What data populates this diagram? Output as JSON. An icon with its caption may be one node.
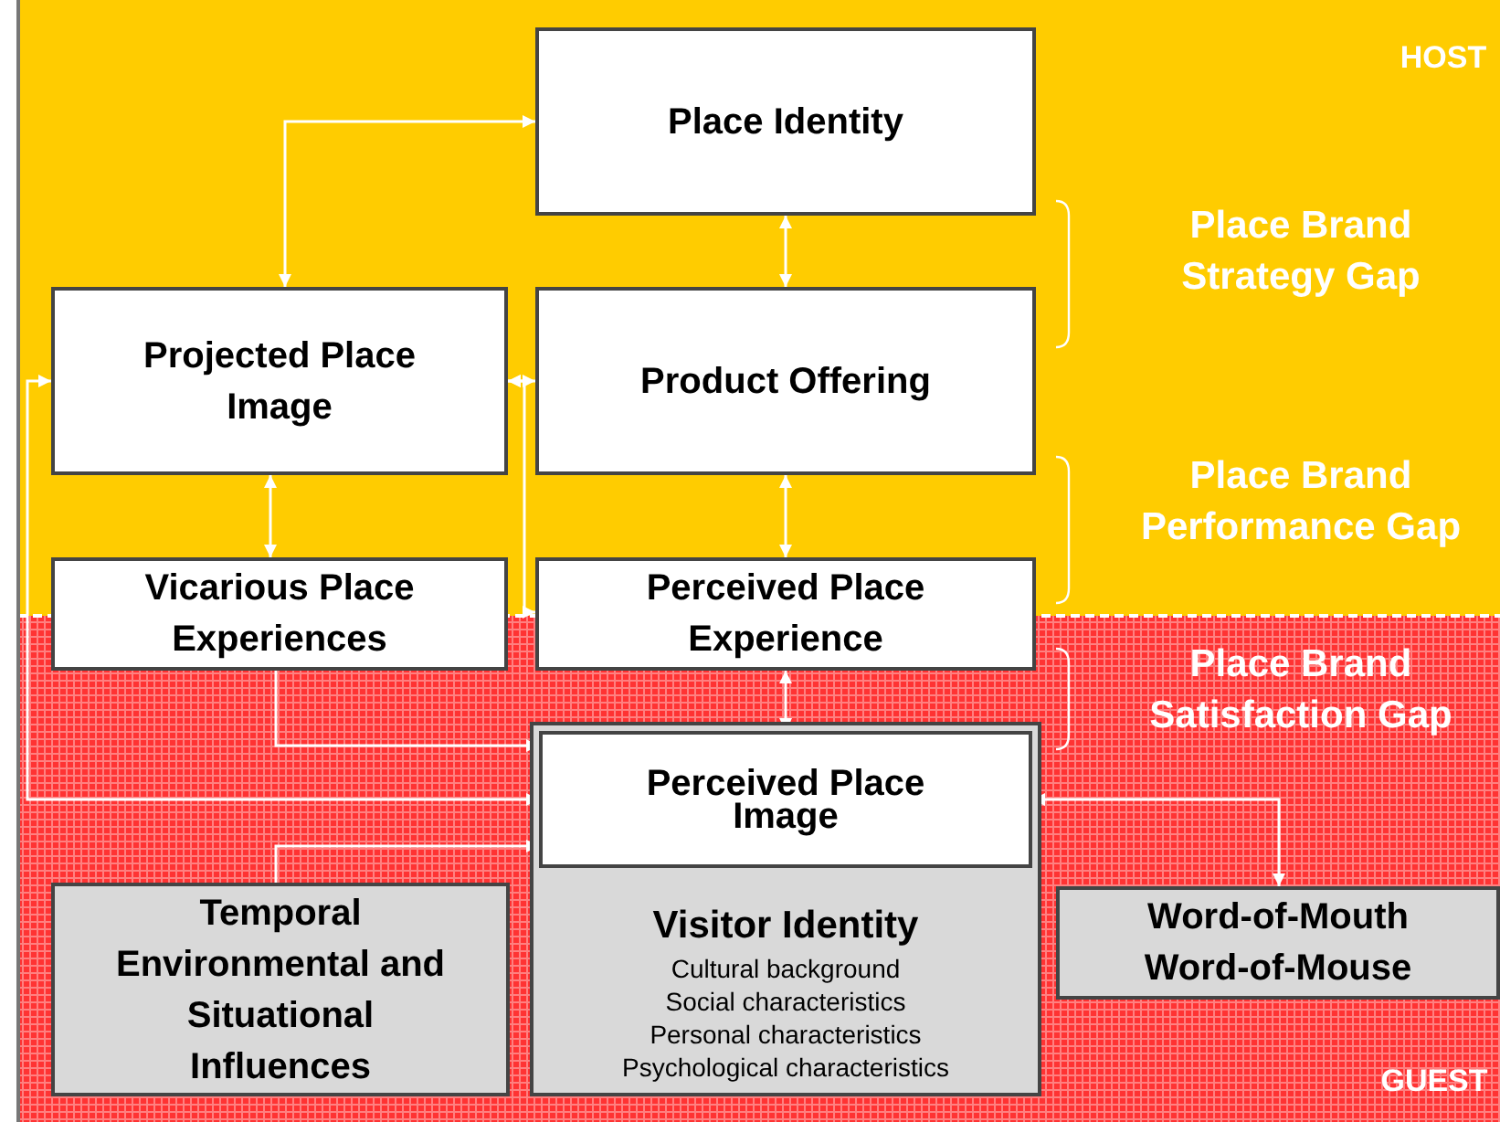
{
  "diagram": {
    "nodes": [
      {
        "text": [
          "Place Identity"
        ]
      },
      {
        "text": [
          "Projected Place Image"
        ]
      },
      {
        "text": [
          "Product Offering"
        ]
      },
      {
        "text": [
          "Vicarious Place Experiences"
        ]
      },
      {
        "text": [
          "Perceived Place Experience"
        ]
      },
      {
        "text": [
          "Visitor Identity",
          "Cultural background",
          "Social characteristics",
          "Personal characteristics",
          "Psychological characteristics"
        ]
      },
      {
        "text": [
          "Perceived Place Image"
        ],
        "in": 5
      },
      {
        "text": [
          "Temporal Environmental and Situational Influences"
        ]
      },
      {
        "text": [
          "Word-of-Mouth",
          "Word-of-Mouse"
        ]
      }
    ],
    "edges": [
      {
        "from": 0,
        "to": 1,
        "arrow": "both"
      },
      {
        "from": 0,
        "to": 2,
        "arrow": "both"
      },
      {
        "from": 2,
        "to": 4,
        "arrow": "both"
      },
      {
        "from": 1,
        "to": 3,
        "arrow": "both"
      },
      {
        "from": 1,
        "to": 2,
        "arrow": "both"
      },
      {
        "from": 4,
        "to": 1,
        "arrow": "both"
      },
      {
        "from": 4,
        "to": 6,
        "arrow": "both"
      },
      {
        "from": 1,
        "to": 6,
        "arrow": "both"
      },
      {
        "from": 3,
        "to": 6,
        "arrow": "to"
      },
      {
        "from": 7,
        "to": 6,
        "arrow": "to"
      },
      {
        "from": 6,
        "to": 8,
        "arrow": "both"
      }
    ],
    "labels": [
      "HOST",
      "Place Brand Strategy Gap",
      "Place Brand Performance Gap",
      "Place Brand Satisfaction Gap",
      "GUEST"
    ]
  }
}
